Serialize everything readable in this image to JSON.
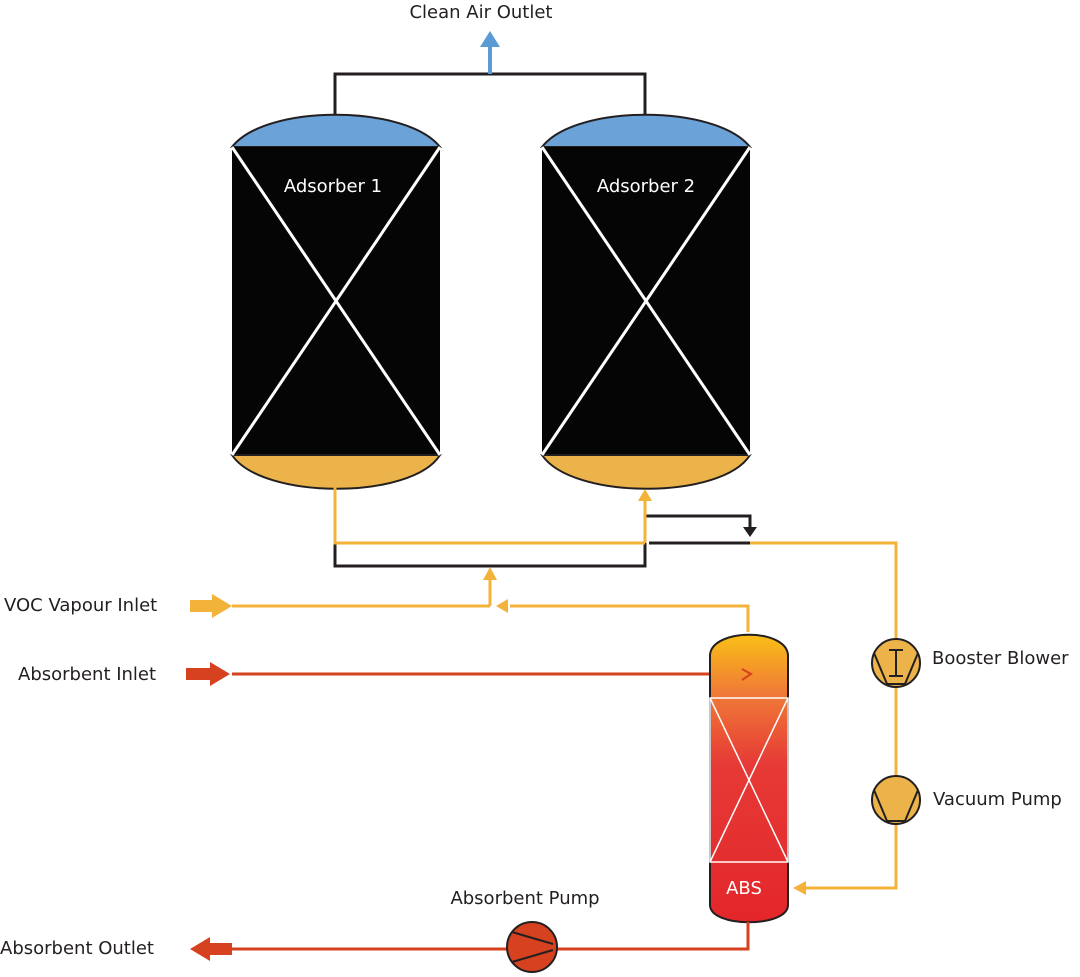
{
  "labels": {
    "clean_air_outlet": "Clean Air Outlet",
    "adsorber_1": "Adsorber 1",
    "adsorber_2": "Adsorber 2",
    "voc_vapour_inlet": "VOC Vapour Inlet",
    "absorbent_inlet": "Absorbent Inlet",
    "booster_blower": "Booster Blower",
    "vacuum_pump": "Vacuum Pump",
    "absorbent_pump": "Absorbent Pump",
    "absorbent_outlet": "Absorbent Outlet",
    "abs": "ABS"
  },
  "colors": {
    "vapour": "#f3b23a",
    "absorbent": "#d6411f",
    "clean_air": "#5b9bd5",
    "vessel": "#050505",
    "line": "#231f20",
    "pump_fill": "#ebb34a"
  }
}
